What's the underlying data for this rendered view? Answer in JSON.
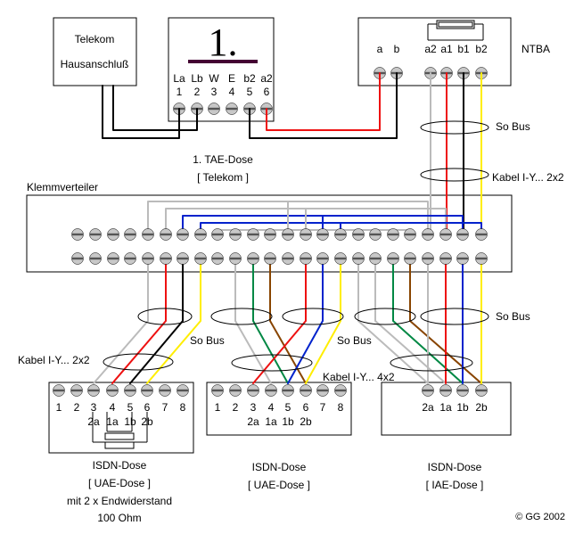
{
  "colors": {
    "black": "#000000",
    "red": "#ee1111",
    "gray": "#bbbbbb",
    "yellow": "#ffee00",
    "blue": "#0022cc",
    "brown": "#884400",
    "green": "#008844",
    "screw_fill": "#c8c8c8",
    "screw_slot": "#555555",
    "mark": "#440033"
  },
  "telekom": {
    "line1": "Telekom",
    "line2": "Hausanschluß"
  },
  "tae": {
    "number_mark": "1.",
    "labels": [
      "La",
      "Lb",
      "W",
      "E",
      "b2",
      "a2"
    ],
    "numbers": [
      "1",
      "2",
      "3",
      "4",
      "5",
      "6"
    ],
    "caption1": "1. TAE-Dose",
    "caption2": "[ Telekom ]"
  },
  "ntba": {
    "title": "NTBA",
    "left_labels": [
      "a",
      "b"
    ],
    "right_labels": [
      "a2",
      "a1",
      "b1",
      "b2"
    ]
  },
  "klemm": {
    "title": "Klemmverteiler"
  },
  "bus_labels": {
    "so_bus": "So Bus",
    "kabel_2x2": "Kabel I-Y... 2x2",
    "kabel_4x2": "Kabel I-Y... 4x2"
  },
  "dose1": {
    "numbers": [
      "1",
      "2",
      "3",
      "4",
      "5",
      "6",
      "7",
      "8"
    ],
    "pins": [
      "2a",
      "1a",
      "1b",
      "2b"
    ],
    "caption1": "ISDN-Dose",
    "caption2": "[ UAE-Dose ]",
    "caption3": "mit 2 x Endwiderstand",
    "caption4": "100 Ohm"
  },
  "dose2": {
    "numbers": [
      "1",
      "2",
      "3",
      "4",
      "5",
      "6",
      "7",
      "8"
    ],
    "pins": [
      "2a",
      "1a",
      "1b",
      "2b"
    ],
    "caption1": "ISDN-Dose",
    "caption2": "[ UAE-Dose ]"
  },
  "dose3": {
    "pins": [
      "2a",
      "1a",
      "1b",
      "2b"
    ],
    "caption1": "ISDN-Dose",
    "caption2": "[ IAE-Dose ]"
  },
  "copyright": "© GG 2002"
}
